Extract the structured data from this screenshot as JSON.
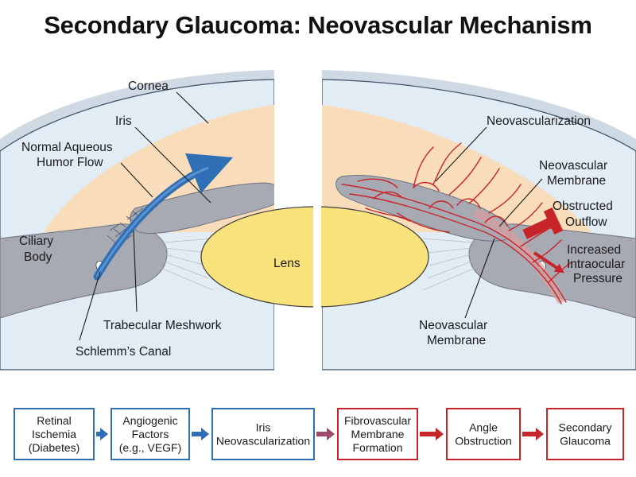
{
  "title": "Secondary Glaucoma: Neovascular Mechanism",
  "left_panel": {
    "labels": {
      "cornea": "Cornea",
      "iris": "Iris",
      "aqueous_line1": "Normal Aqueous",
      "aqueous_line2": "Humor Flow",
      "ciliary_line1": "Ciliary",
      "ciliary_line2": "Body",
      "lens": "Lens",
      "trabecular": "Trabecular Meshwork",
      "schlemm": "Schlemm’s Canal"
    }
  },
  "right_panel": {
    "labels": {
      "neovascularization": "Neovascularization",
      "membrane_top_line1": "Neovascular",
      "membrane_top_line2": "Membrane",
      "obstructed_line1": "Obstructed",
      "obstructed_line2": "Outflow",
      "pressure_line1": "Increased",
      "pressure_line2": "Intraocular",
      "pressure_line3": "Pressure",
      "membrane_bottom_line1": "Neovascular",
      "membrane_bottom_line2": "Membrane"
    }
  },
  "flow_steps": [
    {
      "lines": [
        "Retinal",
        "Ischemia",
        "(Diabetes)"
      ]
    },
    {
      "lines": [
        "Angiogenic",
        "Factors",
        "(e.g., VEGF)"
      ]
    },
    {
      "lines": [
        "Iris",
        "Neovascularization"
      ]
    },
    {
      "lines": [
        "Fibrovascular",
        "Membrane",
        "Formation"
      ]
    },
    {
      "lines": [
        "Angle",
        "Obstruction"
      ]
    },
    {
      "lines": [
        "Secondary",
        "Glaucoma"
      ]
    }
  ],
  "colors": {
    "normal_flow": "#2f6fb5",
    "pathology": "#c8252a",
    "cornea": "#dde9f3",
    "aqueous": "#f9dcb9",
    "iris": "#a7a9b3",
    "lens": "#f8e27c"
  }
}
